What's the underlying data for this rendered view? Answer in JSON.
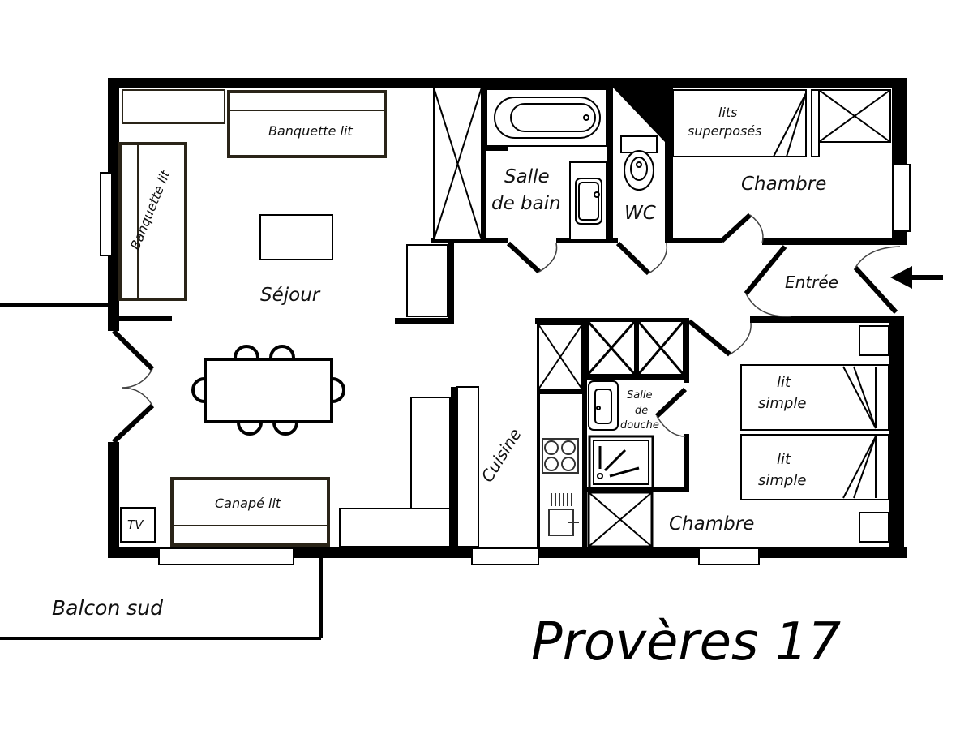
{
  "plan": {
    "title": "Provères 17",
    "rooms": {
      "sejour": "Séjour",
      "salle_de_bain_l1": "Salle",
      "salle_de_bain_l2": "de bain",
      "wc": "WC",
      "chambre_1": "Chambre",
      "entree": "Entrée",
      "cuisine": "Cuisine",
      "salle_de_douche_l1": "Salle",
      "salle_de_douche_l2": "de",
      "salle_de_douche_l3": "douche",
      "chambre_2": "Chambre",
      "balcon": "Balcon sud"
    },
    "furniture": {
      "banquette_top": "Banquette lit",
      "banquette_left": "Banquette lit",
      "canape": "Canapé lit",
      "tv": "TV",
      "lits_superposes_l1": "lits",
      "lits_superposes_l2": "superposés",
      "lit_simple_1_l1": "lit",
      "lit_simple_1_l2": "simple",
      "lit_simple_2_l1": "lit",
      "lit_simple_2_l2": "simple"
    },
    "icons": {
      "entry_arrow": "arrow-left",
      "closet": "cross-box",
      "bathtub": "bathtub",
      "toilet": "toilet",
      "sink": "sink",
      "shower": "shower-tray",
      "stove": "cooktop-4-burners",
      "oven": "oven"
    },
    "colors": {
      "wall": "#000000",
      "furniture_outline": "#2a2418",
      "background": "#ffffff"
    }
  }
}
